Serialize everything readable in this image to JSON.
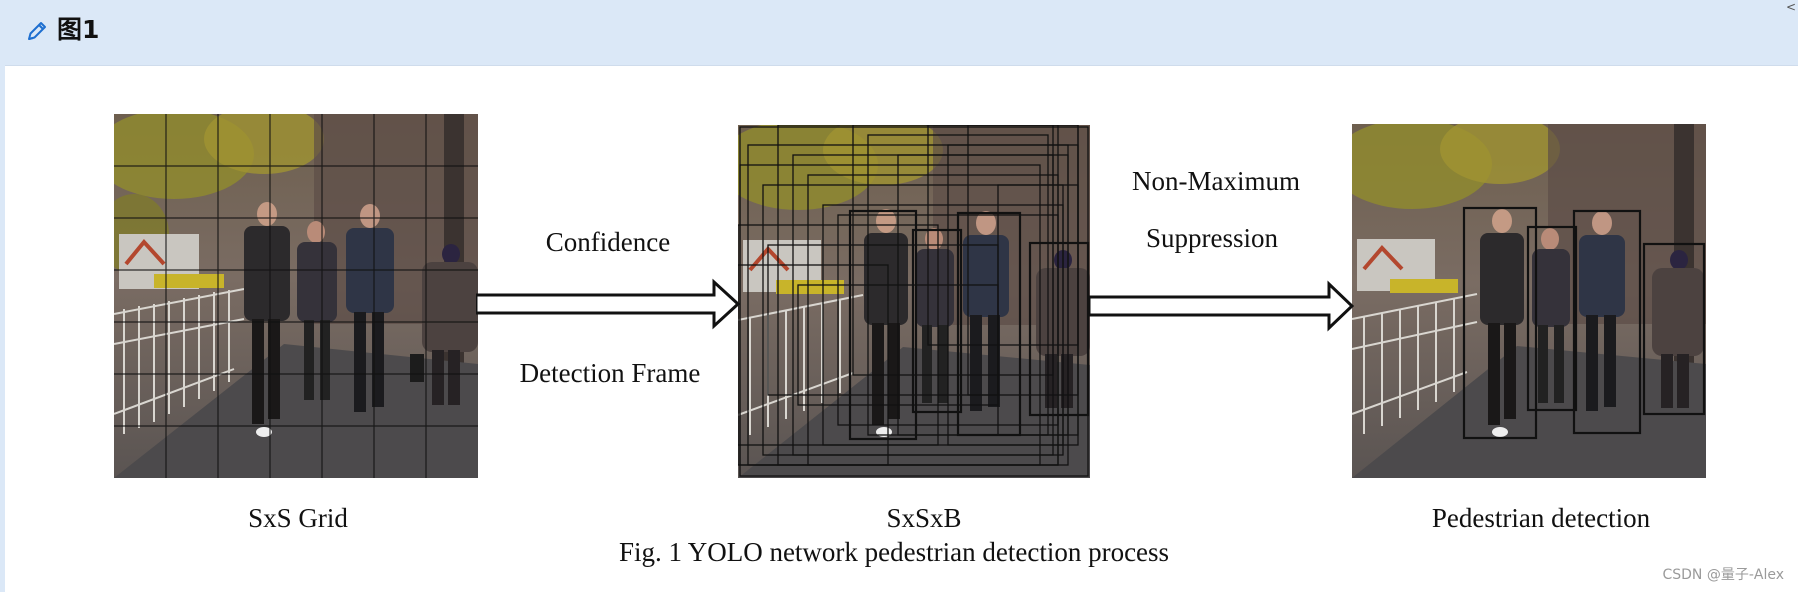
{
  "header": {
    "icon": "edit-pencil-icon",
    "title": "图1",
    "corner_mark": "<"
  },
  "figure": {
    "panels": [
      {
        "id": "grid",
        "label": "SxS Grid"
      },
      {
        "id": "boxes",
        "label": "SxSxB"
      },
      {
        "id": "nms",
        "label": "Pedestrian detection"
      }
    ],
    "arrow1": {
      "top_label": "Confidence",
      "bottom_label": "Detection Frame"
    },
    "arrow2": {
      "top_label_line1": "Non-Maximum",
      "top_label_line2": "Suppression"
    },
    "caption": "Fig. 1 YOLO network pedestrian detection process"
  },
  "watermark": "CSDN @量子-Alex",
  "colors": {
    "header_bg": "#dbe8f7",
    "pencil_icon": "#1e6fd0",
    "text": "#111111"
  }
}
